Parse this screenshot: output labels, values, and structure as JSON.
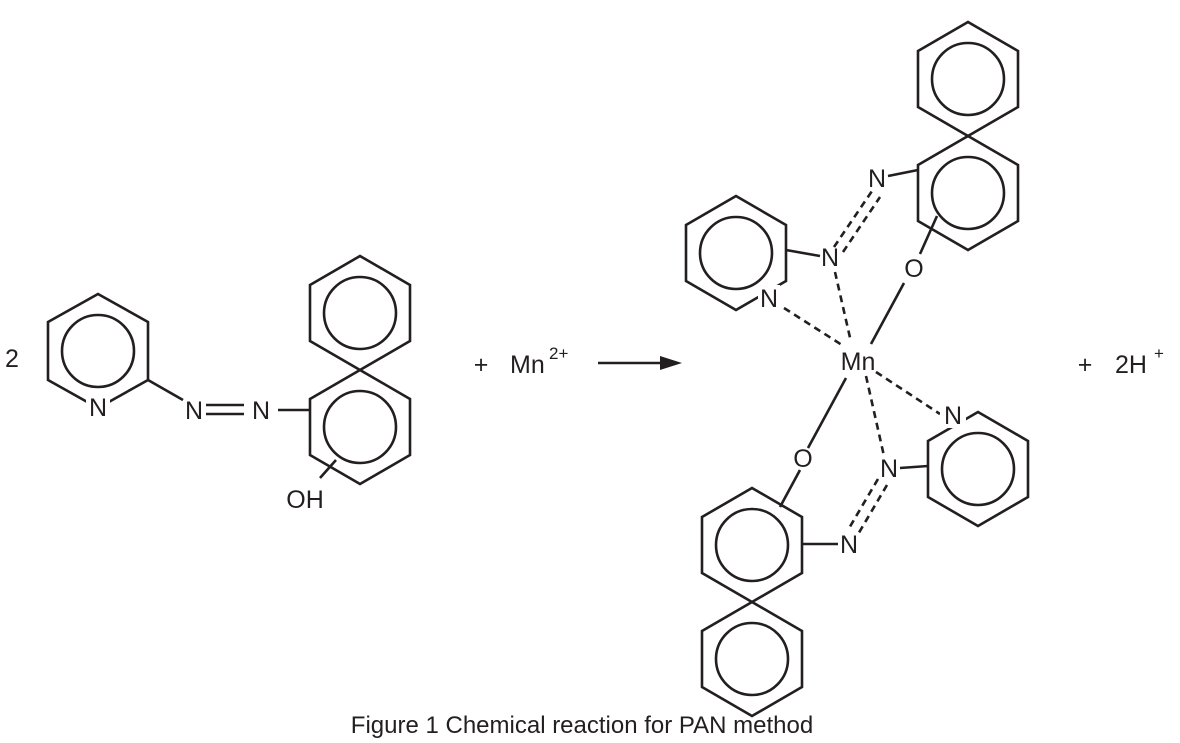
{
  "reaction": {
    "reactant_coefficient": "2",
    "plus_sign": "+",
    "metal_ion": "Mn",
    "metal_charge": "2+",
    "product_coefficient": "2H",
    "proton_charge": "+"
  },
  "labels": {
    "pan": {
      "N_pyridine": "N",
      "N_azo_1": "N",
      "N_azo_2": "N",
      "OH": "OH"
    },
    "complex": {
      "Mn": "Mn",
      "N_top_azo": "N",
      "N_top_azo_2": "N",
      "N_top_pyr": "N",
      "O_top": "O",
      "N_bot_pyr": "N",
      "N_bot_azo": "N",
      "N_bot_azo_2": "N",
      "O_bot": "O"
    }
  },
  "caption": "Figure 1  Chemical reaction for PAN method"
}
